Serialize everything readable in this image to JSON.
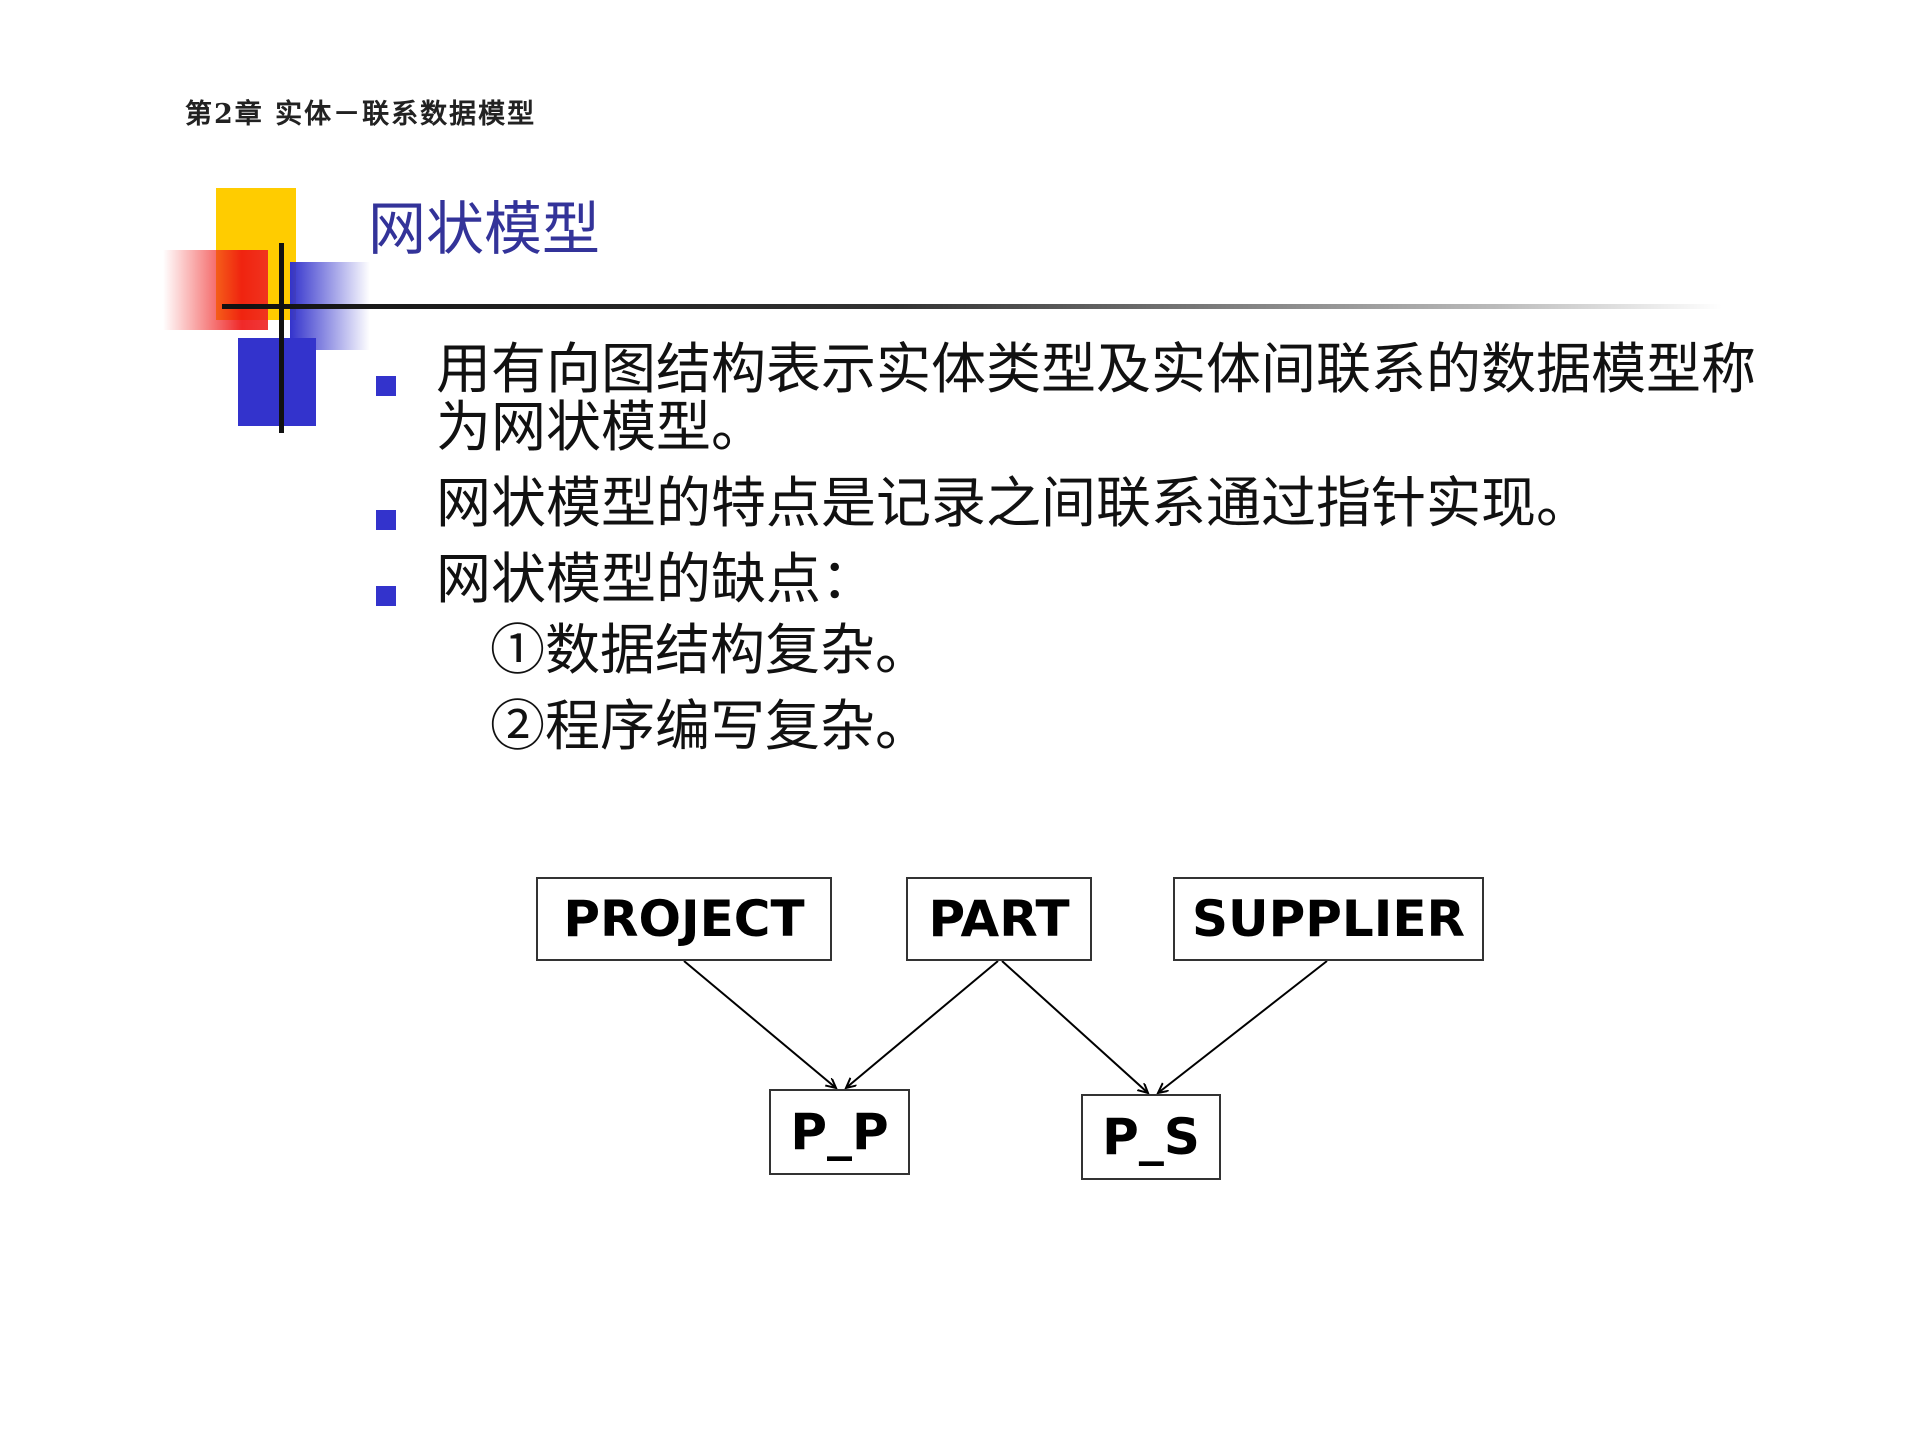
{
  "header": {
    "chapter": "第2章 实体－联系数据模型"
  },
  "slide": {
    "title": "网状模型",
    "bullets": [
      "用有向图结构表示实体类型及实体间联系的数据模型称为网状模型。",
      "网状模型的特点是记录之间联系通过指针实现。",
      "网状模型的缺点："
    ],
    "sub_items": [
      "①数据结构复杂。",
      "②程序编写复杂。"
    ]
  },
  "diagram": {
    "nodes": {
      "project": "PROJECT",
      "part": "PART",
      "supplier": "SUPPLIER",
      "p_p": "P_P",
      "p_s": "P_S"
    },
    "edges": [
      {
        "from": "PROJECT",
        "to": "P_P"
      },
      {
        "from": "PART",
        "to": "P_P"
      },
      {
        "from": "PART",
        "to": "P_S"
      },
      {
        "from": "SUPPLIER",
        "to": "P_S"
      }
    ]
  },
  "colors": {
    "title": "#333399",
    "bullet": "#3333cc",
    "deco_yellow": "#ffcc00",
    "deco_red": "#ee1111",
    "deco_blue": "#3333cc"
  }
}
